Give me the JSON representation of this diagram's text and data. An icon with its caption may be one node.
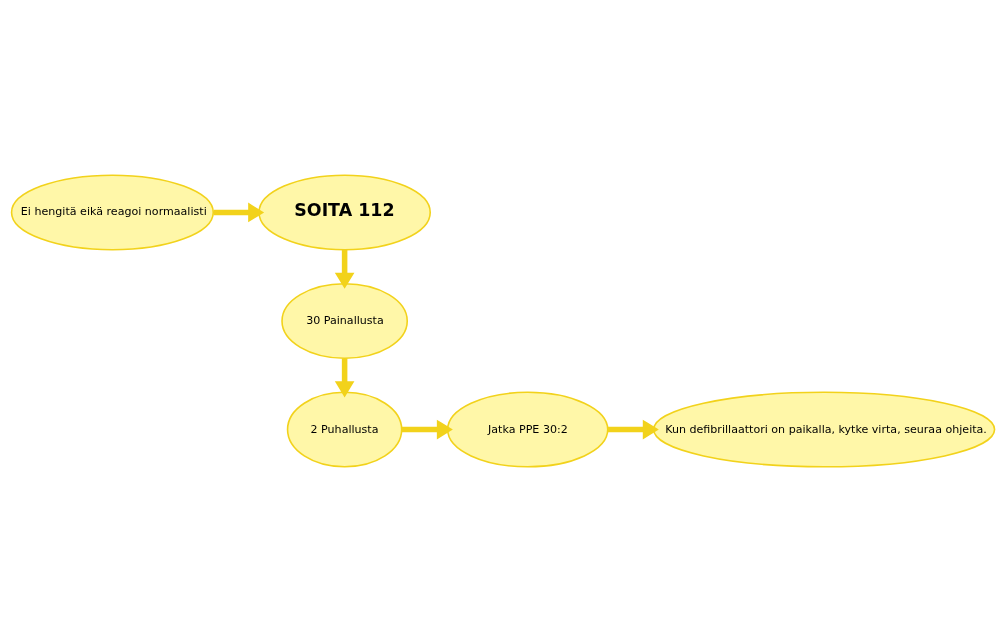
{
  "diagram": {
    "nodes": [
      {
        "text": [
          "Ei hengitä eikä reagoi normaalisti"
        ]
      },
      {
        "text": [
          "SOITA 112"
        ]
      },
      {
        "text": [
          "30 Painallusta"
        ]
      },
      {
        "text": [
          "2 Puhallusta"
        ]
      },
      {
        "text": [
          "Jatka PPE 30:2"
        ]
      },
      {
        "text": [
          "Kun defibrillaattori on paikalla, kytke virta, seuraa ohjeita."
        ]
      }
    ],
    "edges": [
      {
        "from": 0,
        "to": 1,
        "arrow": "to"
      },
      {
        "from": 1,
        "to": 2,
        "arrow": "to"
      },
      {
        "from": 2,
        "to": 3,
        "arrow": "to"
      },
      {
        "from": 3,
        "to": 4,
        "arrow": "to"
      },
      {
        "from": 4,
        "to": 5,
        "arrow": "to"
      }
    ]
  }
}
